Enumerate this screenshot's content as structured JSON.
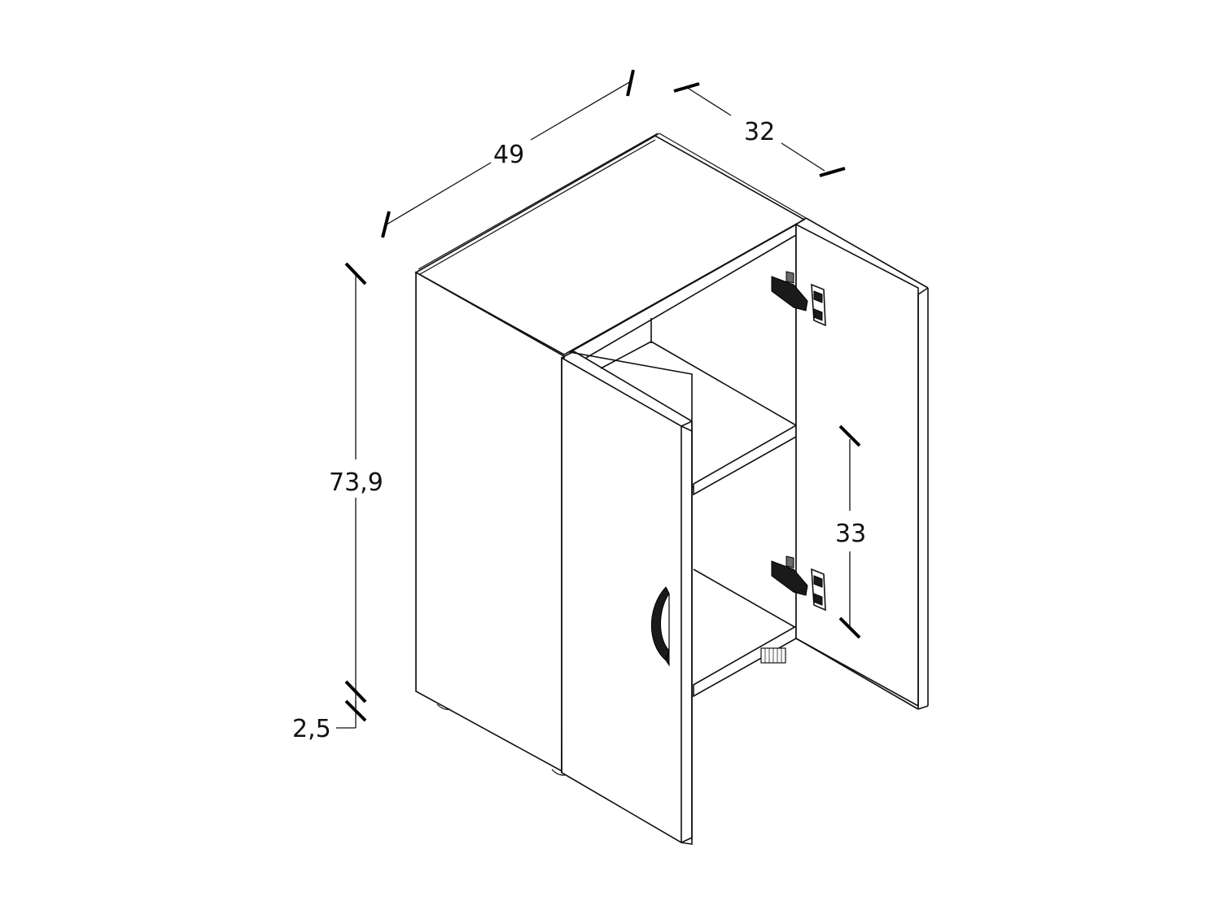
{
  "title": "Two-door wall cabinet dimension drawing",
  "units": "cm",
  "dimensions": {
    "width": "49",
    "depth": "32",
    "height": "73,9",
    "feet_height": "2,5",
    "hinge_spacing": "33"
  },
  "components": {
    "doors": 2,
    "hinges": 2,
    "handle": "curved bar handle",
    "internal_shelf": 1,
    "feet": "adjustable feet"
  },
  "colors": {
    "line": "#111111",
    "background": "#ffffff"
  }
}
